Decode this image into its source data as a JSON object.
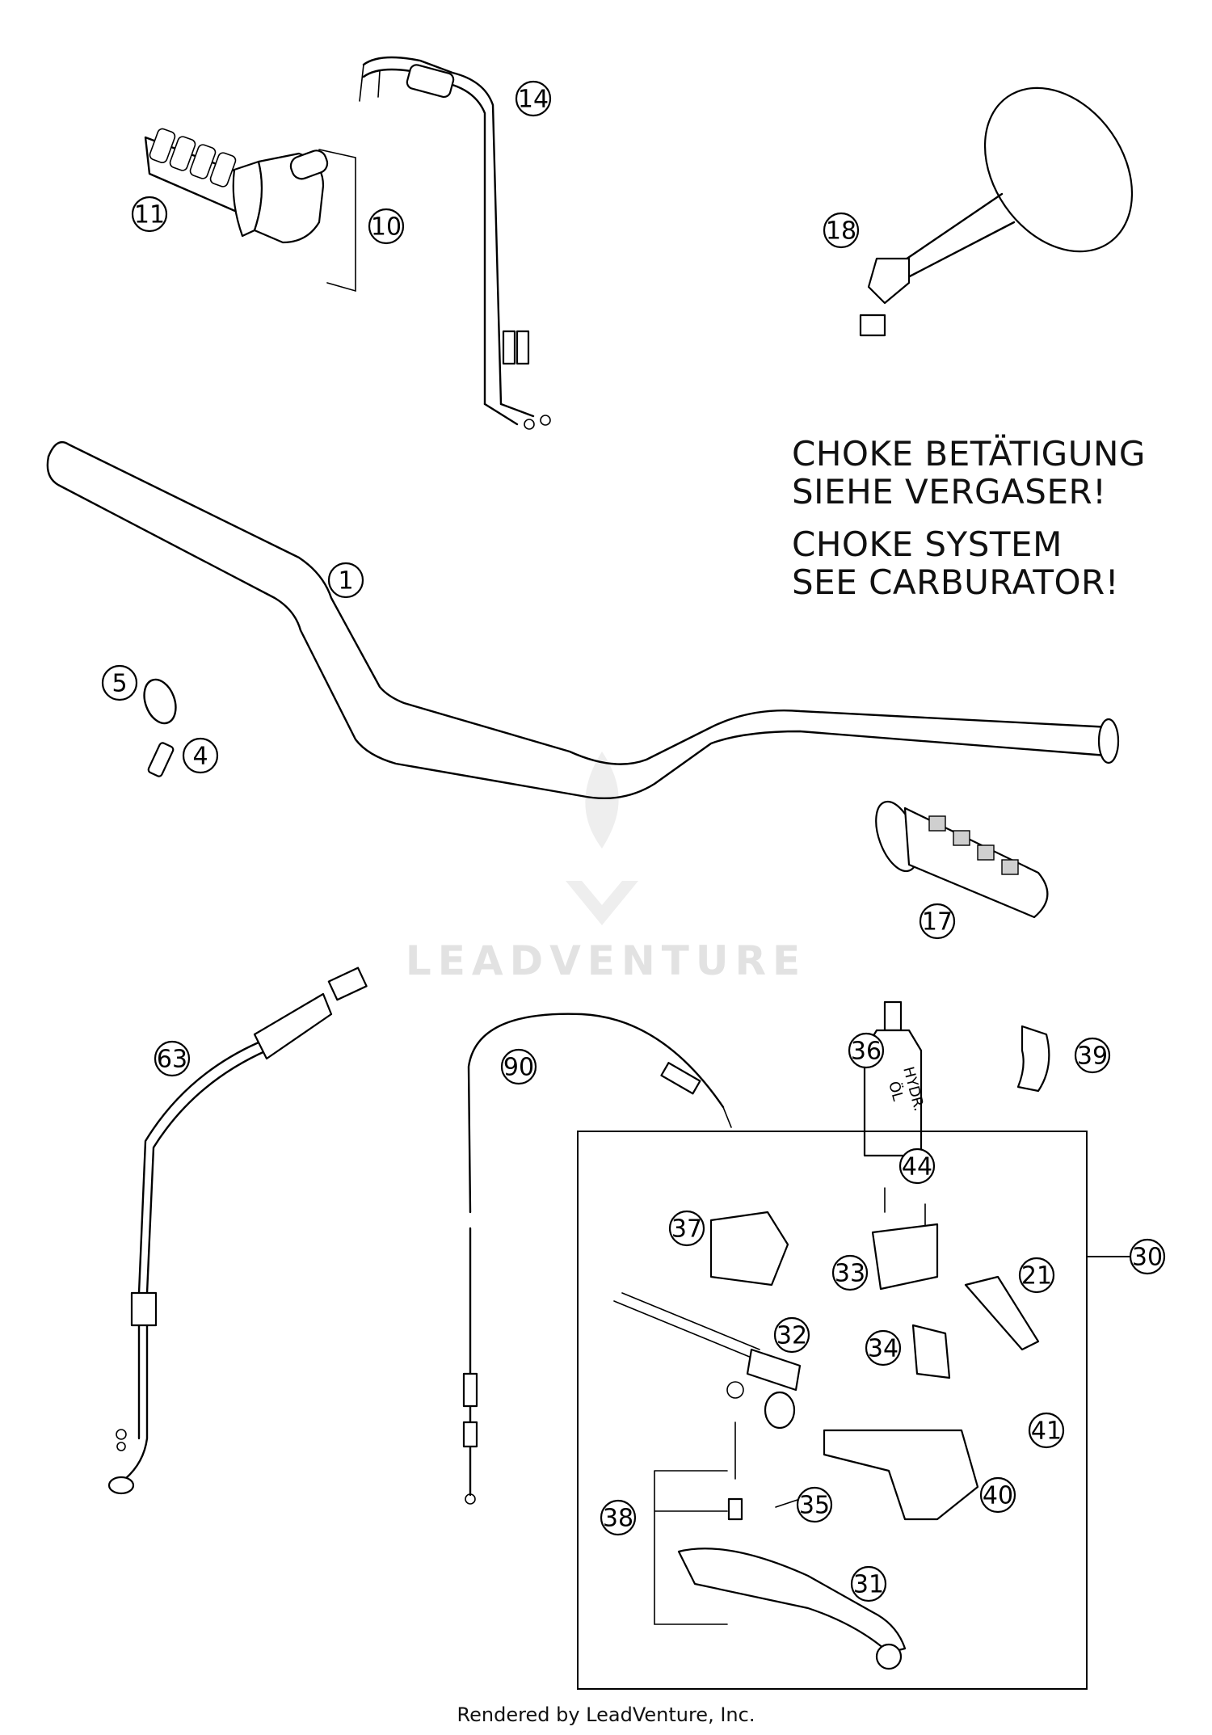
{
  "note": {
    "de_line1": "CHOKE BETÄTIGUNG",
    "de_line2": "SIEHE VERGASER!",
    "en_line1": "CHOKE SYSTEM",
    "en_line2": "SEE CARBURATOR!"
  },
  "watermark": "LEADVENTURE",
  "footer": "Rendered by LeadVenture, Inc.",
  "callouts": {
    "c1": "1",
    "c4": "4",
    "c5": "5",
    "c10": "10",
    "c11": "11",
    "c14": "14",
    "c17": "17",
    "c18": "18",
    "c21": "21",
    "c30": "30",
    "c31": "31",
    "c32": "32",
    "c33": "33",
    "c34": "34",
    "c35": "35",
    "c36": "36",
    "c37": "37",
    "c38": "38",
    "c39": "39",
    "c40": "40",
    "c41": "41",
    "c44": "44",
    "c63": "63",
    "c90": "90"
  },
  "bottle_label_line1": "HYDR.",
  "bottle_label_line2": "ÖL"
}
